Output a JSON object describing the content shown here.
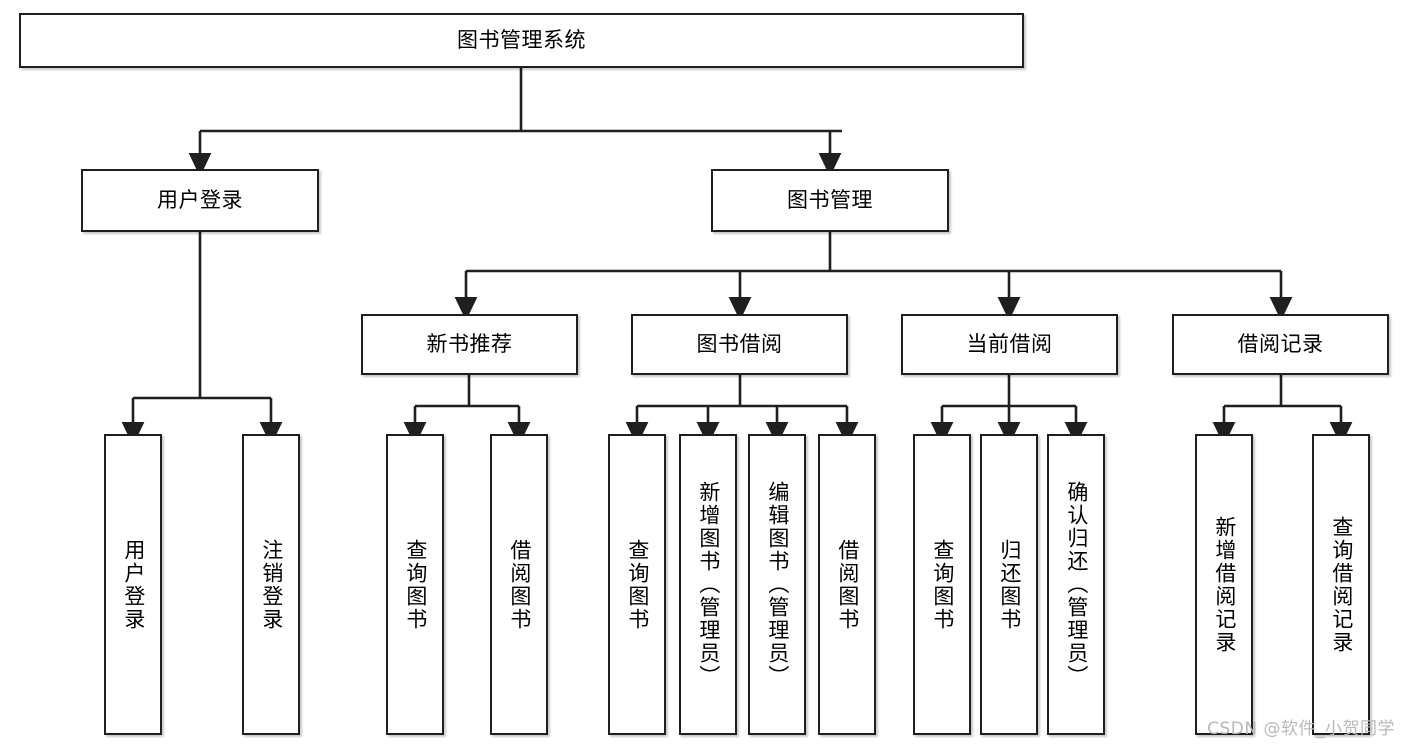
{
  "diagram": {
    "type": "tree-hierarchy-diagram",
    "title": "图书管理系统",
    "orientation": "top-down",
    "watermark": "CSDN @软件_小贺同学",
    "colors": {
      "box_border": "#1f1f1f",
      "box_fill": "#ffffff",
      "connector": "#1f1f1f",
      "text": "#000000",
      "watermark": "#b9b9b9"
    },
    "nodes": {
      "root": {
        "label": "图书管理系统",
        "level": 1,
        "text_direction": "horizontal"
      },
      "l2": [
        {
          "id": "user-login",
          "label": "用户登录",
          "level": 2,
          "text_direction": "horizontal"
        },
        {
          "id": "book-management",
          "label": "图书管理",
          "level": 2,
          "text_direction": "horizontal"
        }
      ],
      "l3": [
        {
          "id": "new-book-recommend",
          "label": "新书推荐",
          "level": 3,
          "text_direction": "horizontal"
        },
        {
          "id": "book-borrow",
          "label": "图书借阅",
          "level": 3,
          "text_direction": "horizontal"
        },
        {
          "id": "current-borrow",
          "label": "当前借阅",
          "level": 3,
          "text_direction": "horizontal"
        },
        {
          "id": "borrow-record",
          "label": "借阅记录",
          "level": 3,
          "text_direction": "horizontal"
        }
      ],
      "leaves": [
        {
          "id": "leaf-user-login",
          "label": "用户登录",
          "parent": "user-login",
          "level": 3,
          "text_direction": "vertical"
        },
        {
          "id": "leaf-logout-login",
          "label": "注销登录",
          "parent": "user-login",
          "level": 3,
          "text_direction": "vertical"
        },
        {
          "id": "leaf-query-book-1",
          "label": "查询图书",
          "parent": "new-book-recommend",
          "level": 4,
          "text_direction": "vertical"
        },
        {
          "id": "leaf-borrow-book-1",
          "label": "借阅图书",
          "parent": "new-book-recommend",
          "level": 4,
          "text_direction": "vertical"
        },
        {
          "id": "leaf-query-book-2",
          "label": "查询图书",
          "parent": "book-borrow",
          "level": 4,
          "text_direction": "vertical"
        },
        {
          "id": "leaf-add-book",
          "label": "新增图书（管理员）",
          "parent": "book-borrow",
          "level": 4,
          "text_direction": "vertical"
        },
        {
          "id": "leaf-edit-book",
          "label": "编辑图书（管理员）",
          "parent": "book-borrow",
          "level": 4,
          "text_direction": "vertical"
        },
        {
          "id": "leaf-borrow-book-2",
          "label": "借阅图书",
          "parent": "book-borrow",
          "level": 4,
          "text_direction": "vertical"
        },
        {
          "id": "leaf-query-book-3",
          "label": "查询图书",
          "parent": "current-borrow",
          "level": 4,
          "text_direction": "vertical"
        },
        {
          "id": "leaf-return-book",
          "label": "归还图书",
          "parent": "current-borrow",
          "level": 4,
          "text_direction": "vertical"
        },
        {
          "id": "leaf-confirm-return",
          "label": "确认归还（管理员）",
          "parent": "current-borrow",
          "level": 4,
          "text_direction": "vertical"
        },
        {
          "id": "leaf-add-record",
          "label": "新增借阅记录",
          "parent": "borrow-record",
          "level": 4,
          "text_direction": "vertical"
        },
        {
          "id": "leaf-query-record",
          "label": "查询借阅记录",
          "parent": "borrow-record",
          "level": 4,
          "text_direction": "vertical"
        }
      ]
    },
    "edges": [
      {
        "from": "图书管理系统",
        "to": "用户登录"
      },
      {
        "from": "图书管理系统",
        "to": "图书管理"
      },
      {
        "from": "用户登录",
        "to": "用户登录"
      },
      {
        "from": "用户登录",
        "to": "注销登录"
      },
      {
        "from": "图书管理",
        "to": "新书推荐"
      },
      {
        "from": "图书管理",
        "to": "图书借阅"
      },
      {
        "from": "图书管理",
        "to": "当前借阅"
      },
      {
        "from": "图书管理",
        "to": "借阅记录"
      },
      {
        "from": "新书推荐",
        "to": "查询图书"
      },
      {
        "from": "新书推荐",
        "to": "借阅图书"
      },
      {
        "from": "图书借阅",
        "to": "查询图书"
      },
      {
        "from": "图书借阅",
        "to": "新增图书（管理员）"
      },
      {
        "from": "图书借阅",
        "to": "编辑图书（管理员）"
      },
      {
        "from": "图书借阅",
        "to": "借阅图书"
      },
      {
        "from": "当前借阅",
        "to": "查询图书"
      },
      {
        "from": "当前借阅",
        "to": "归还图书"
      },
      {
        "from": "当前借阅",
        "to": "确认归还（管理员）"
      },
      {
        "from": "借阅记录",
        "to": "新增借阅记录"
      },
      {
        "from": "借阅记录",
        "to": "查询借阅记录"
      }
    ]
  }
}
